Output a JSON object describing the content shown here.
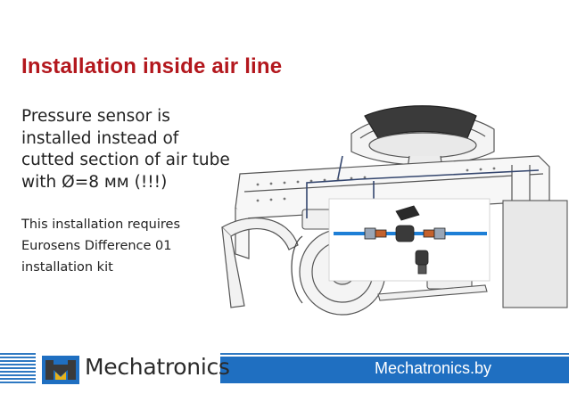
{
  "slide": {
    "title": "Installation inside air line",
    "main_lines": [
      "Pressure sensor is",
      "installed instead of",
      "cutted section of air tube",
      "with  Ø=8 мм  (!!!)"
    ],
    "note_lines": [
      "This installation  requires",
      "Eurosens Difference 01",
      "installation kit"
    ]
  },
  "footer": {
    "brand": "Mechatronics",
    "website": "Mechatronics.by",
    "logo_icon": "mechatronics-logo-icon"
  },
  "colors": {
    "title": "#b3171d",
    "footer_blue": "#1f6fc1",
    "tube_blue": "#1e7fd6"
  }
}
